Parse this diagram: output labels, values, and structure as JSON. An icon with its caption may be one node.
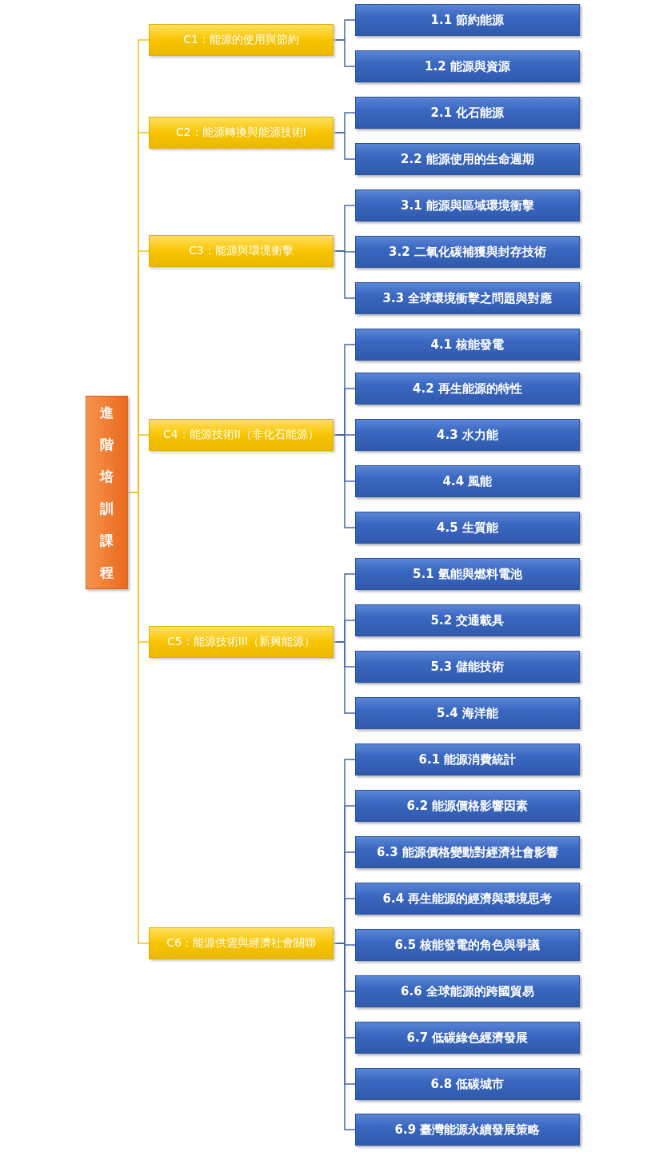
{
  "diagram": {
    "nodes": [
      {
        "text": [
          "進階培訓課程"
        ]
      },
      {
        "text": [
          "C1：能源的使用與節約"
        ]
      },
      {
        "text": [
          "1.1 節約能源"
        ]
      },
      {
        "text": [
          "1.2 能源與資源"
        ]
      },
      {
        "text": [
          "C2：能源轉換與能源技術I"
        ]
      },
      {
        "text": [
          "2.1 化石能源"
        ]
      },
      {
        "text": [
          "2.2 能源使用的生命週期"
        ]
      },
      {
        "text": [
          "C3：能源與環境衝擊"
        ]
      },
      {
        "text": [
          "3.1 能源與區域環境衝擊"
        ]
      },
      {
        "text": [
          "3.2 二氧化碳補獲與封存技術"
        ]
      },
      {
        "text": [
          "3.3 全球環境衝擊之問題與對應"
        ]
      },
      {
        "text": [
          "C4：能源技術II（非化石能源）"
        ]
      },
      {
        "text": [
          "4.1 核能發電"
        ]
      },
      {
        "text": [
          "4.2 再生能源的特性"
        ]
      },
      {
        "text": [
          "4.3 水力能"
        ]
      },
      {
        "text": [
          "4.4 風能"
        ]
      },
      {
        "text": [
          "4.5 生質能"
        ]
      },
      {
        "text": [
          "C5：能源技術III（新興能源）"
        ]
      },
      {
        "text": [
          "5.1 氫能與燃料電池"
        ]
      },
      {
        "text": [
          "5.2 交通載具"
        ]
      },
      {
        "text": [
          "5.3 儲能技術"
        ]
      },
      {
        "text": [
          "5.4 海洋能"
        ]
      },
      {
        "text": [
          "C6：能源供需與經濟社會關聯"
        ]
      },
      {
        "text": [
          "6.1 能源消費統計"
        ]
      },
      {
        "text": [
          "6.2 能源價格影響因素"
        ]
      },
      {
        "text": [
          "6.3 能源價格變動對經濟社會影響"
        ]
      },
      {
        "text": [
          "6.4 再生能源的經濟與環境思考"
        ]
      },
      {
        "text": [
          "6.5 核能發電的角色與爭議"
        ]
      },
      {
        "text": [
          "6.6 全球能源的跨國貿易"
        ]
      },
      {
        "text": [
          "6.7 低碳綠色經濟發展"
        ]
      },
      {
        "text": [
          "6.8 低碳城市"
        ]
      },
      {
        "text": [
          "6.9 臺灣能源永續發展策略"
        ]
      }
    ],
    "edges": [
      {
        "from": 0,
        "to": 1,
        "arrow": "none",
        "color": "#f2c21b"
      },
      {
        "from": 0,
        "to": 4,
        "arrow": "none",
        "color": "#f2c21b"
      },
      {
        "from": 0,
        "to": 7,
        "arrow": "none",
        "color": "#f2c21b"
      },
      {
        "from": 0,
        "to": 11,
        "arrow": "none",
        "color": "#f2c21b"
      },
      {
        "from": 0,
        "to": 17,
        "arrow": "none",
        "color": "#f2c21b"
      },
      {
        "from": 0,
        "to": 22,
        "arrow": "none",
        "color": "#f2c21b"
      },
      {
        "from": 1,
        "to": 2,
        "arrow": "none"
      },
      {
        "from": 1,
        "to": 3,
        "arrow": "none"
      },
      {
        "from": 4,
        "to": 5,
        "arrow": "none"
      },
      {
        "from": 4,
        "to": 6,
        "arrow": "none"
      },
      {
        "from": 7,
        "to": 8,
        "arrow": "none"
      },
      {
        "from": 7,
        "to": 9,
        "arrow": "none"
      },
      {
        "from": 7,
        "to": 10,
        "arrow": "none"
      },
      {
        "from": 11,
        "to": 12,
        "arrow": "none"
      },
      {
        "from": 11,
        "to": 13,
        "arrow": "none"
      },
      {
        "from": 11,
        "to": 14,
        "arrow": "none"
      },
      {
        "from": 11,
        "to": 15,
        "arrow": "none"
      },
      {
        "from": 11,
        "to": 16,
        "arrow": "none"
      },
      {
        "from": 17,
        "to": 18,
        "arrow": "none"
      },
      {
        "from": 17,
        "to": 19,
        "arrow": "none"
      },
      {
        "from": 17,
        "to": 20,
        "arrow": "none"
      },
      {
        "from": 17,
        "to": 21,
        "arrow": "none"
      },
      {
        "from": 22,
        "to": 23,
        "arrow": "none"
      },
      {
        "from": 22,
        "to": 24,
        "arrow": "none"
      },
      {
        "from": 22,
        "to": 25,
        "arrow": "none"
      },
      {
        "from": 22,
        "to": 26,
        "arrow": "none"
      },
      {
        "from": 22,
        "to": 27,
        "arrow": "none"
      },
      {
        "from": 22,
        "to": 28,
        "arrow": "none"
      },
      {
        "from": 22,
        "to": 29,
        "arrow": "none"
      },
      {
        "from": 22,
        "to": 30,
        "arrow": "none"
      },
      {
        "from": 22,
        "to": 31,
        "arrow": "none"
      }
    ]
  }
}
